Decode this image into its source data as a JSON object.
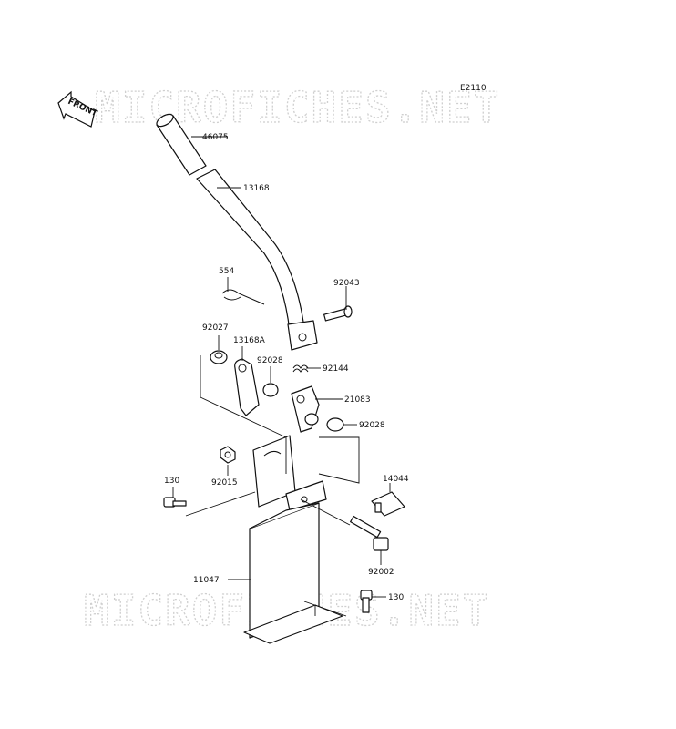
{
  "diagram_code": "E2110",
  "front_label": "FRONT",
  "watermarks": [
    "MICROFICHES.NET",
    "MICROFICHES.NET"
  ],
  "callouts": [
    {
      "id": "46075",
      "text": "46075"
    },
    {
      "id": "13168",
      "text": "13168"
    },
    {
      "id": "554",
      "text": "554"
    },
    {
      "id": "92043",
      "text": "92043"
    },
    {
      "id": "92027",
      "text": "92027"
    },
    {
      "id": "13168A",
      "text": "13168A"
    },
    {
      "id": "92028a",
      "text": "92028"
    },
    {
      "id": "92144",
      "text": "92144"
    },
    {
      "id": "21083",
      "text": "21083"
    },
    {
      "id": "92028b",
      "text": "92028"
    },
    {
      "id": "130a",
      "text": "130"
    },
    {
      "id": "92015",
      "text": "92015"
    },
    {
      "id": "14044",
      "text": "14044"
    },
    {
      "id": "92002",
      "text": "92002"
    },
    {
      "id": "11047",
      "text": "11047"
    },
    {
      "id": "130b",
      "text": "130"
    }
  ]
}
